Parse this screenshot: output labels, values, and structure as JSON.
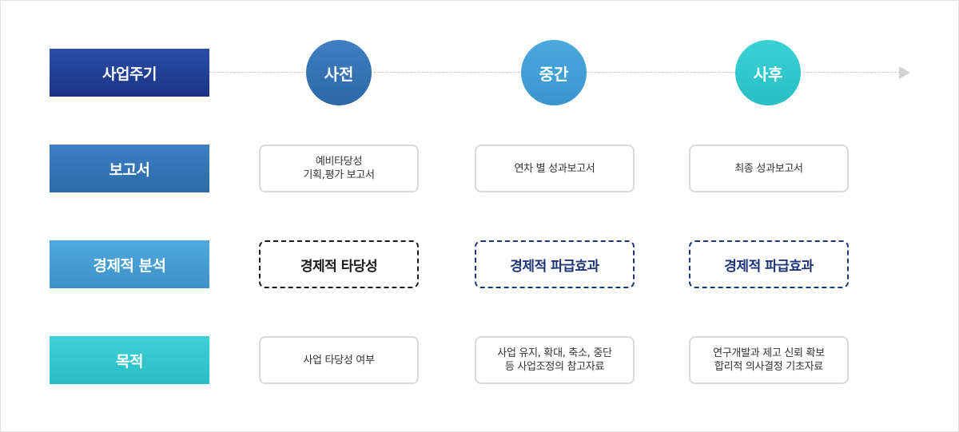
{
  "row_labels": [
    "사업주기",
    "보고서",
    "경제적 분석",
    "목적"
  ],
  "stages": [
    "사전",
    "중간",
    "사후"
  ],
  "reports": [
    [
      "예비타당성",
      "기획,평가 보고서"
    ],
    [
      "연차 별 성과보고서"
    ],
    [
      "최종 성과보고서"
    ]
  ],
  "analysis": [
    "경제적 타당성",
    "경제적 파급효과",
    "경제적 파급효과"
  ],
  "purposes": [
    [
      "사업 타당성 여부"
    ],
    [
      "사업 유지, 확대, 축소, 중단",
      "등 사업조정의 참고자료"
    ],
    [
      "연구개발과 제고 신뢰 확보",
      "합리적 의사결정 기초자료"
    ]
  ],
  "colors": {
    "navy": "#1a3385",
    "blue": "#2d6aa8",
    "sky": "#3c92c8",
    "teal": "#29bcc3",
    "dashed_navy": "#1d3577"
  }
}
